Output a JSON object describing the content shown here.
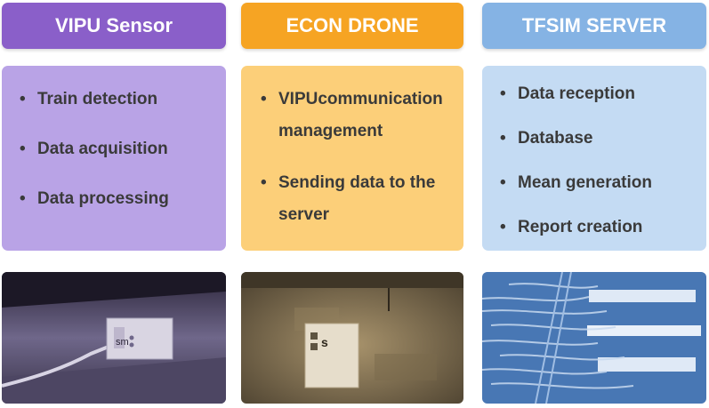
{
  "columns": [
    {
      "title": "VIPU Sensor",
      "items": [
        "Train detection",
        "Data acquisition",
        "Data processing"
      ]
    },
    {
      "title": "ECON DRONE",
      "items": [
        "VIPUcommunication management",
        "Sending data to the server"
      ]
    },
    {
      "title": "TFSIM SERVER",
      "items": [
        "Data reception",
        "Database",
        "Mean generation",
        "Report creation"
      ]
    }
  ],
  "photos": {
    "vipu_label": "sm",
    "econ_label": "s"
  },
  "colors": {
    "vipu_header": "#8a5fc9",
    "vipu_body": "#b9a3e6",
    "econ_header": "#f6a423",
    "econ_body": "#fccf79",
    "tfsim_header": "#85b3e4",
    "tfsim_body": "#c4dbf3"
  }
}
